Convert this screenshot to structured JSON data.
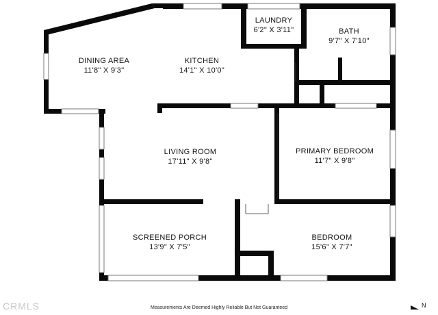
{
  "rooms": {
    "dining": {
      "name": "DINING AREA",
      "dim": "11'8\" X 9'3\""
    },
    "kitchen": {
      "name": "KITCHEN",
      "dim": "14'1\" X 10'0\""
    },
    "laundry": {
      "name": "LAUNDRY",
      "dim": "6'2\" X 3'11\""
    },
    "bath": {
      "name": "BATH",
      "dim": "9'7\" X 7'10\""
    },
    "living": {
      "name": "LIVING ROOM",
      "dim": "17'11\" X 9'8\""
    },
    "primary": {
      "name": "PRIMARY BEDROOM",
      "dim": "11'7\" X 9'8\""
    },
    "porch": {
      "name": "SCREENED PORCH",
      "dim": "13'9\" X 7'5\""
    },
    "bedroom": {
      "name": "BEDROOM",
      "dim": "15'6\" X 7'7\""
    }
  },
  "footer": {
    "disclaimer": "Measurements Are Deemed Highly Reliable But Not Guaranteed",
    "watermark": "CRMLS",
    "north_label": "N"
  }
}
